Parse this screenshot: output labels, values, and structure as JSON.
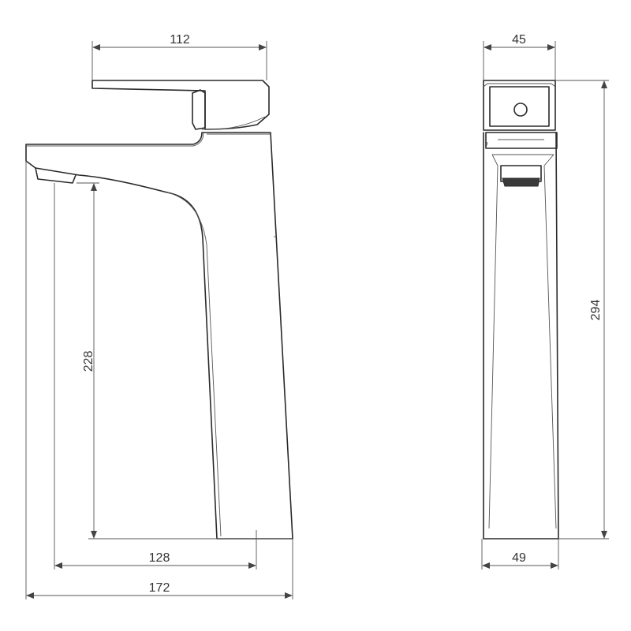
{
  "dimensions": {
    "handle_width": "112",
    "side_top_width": "45",
    "spout_height": "228",
    "total_height": "294",
    "spout_reach": "128",
    "total_depth": "172",
    "base_width": "49"
  }
}
